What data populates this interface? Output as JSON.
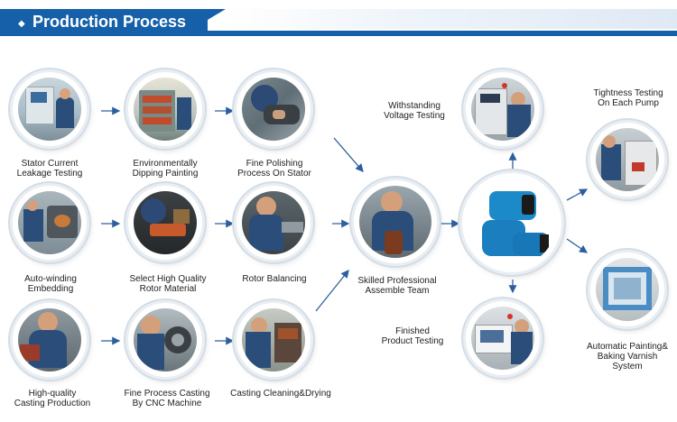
{
  "header": {
    "bullet": "◆",
    "title": "Production Process"
  },
  "steps": {
    "stator": "Stator Current\nLeakage Testing",
    "dipping": "Environmentally\nDipping Painting",
    "polishing": "Fine Polishing\nProcess On Stator",
    "winding": "Auto-winding\nEmbedding",
    "rotor_material": "Select High Quality\nRotor Material",
    "rotor_balancing": "Rotor Balancing",
    "casting": "High-quality\nCasting Production",
    "cnc": "Fine Process Casting\nBy CNC Machine",
    "cleaning": "Casting Cleaning&Drying",
    "assemble": "Skilled Professional\nAssemble Team",
    "voltage": "Withstanding\nVoltage Testing",
    "tightness": "Tightness Testing\nOn Each Pump",
    "finished": "Finished\nProduct Testing",
    "painting": "Automatic Painting&\nBaking Varnish\nSystem"
  },
  "colors": {
    "brand": "#1560a8",
    "arrow": "#2d5f9e"
  }
}
